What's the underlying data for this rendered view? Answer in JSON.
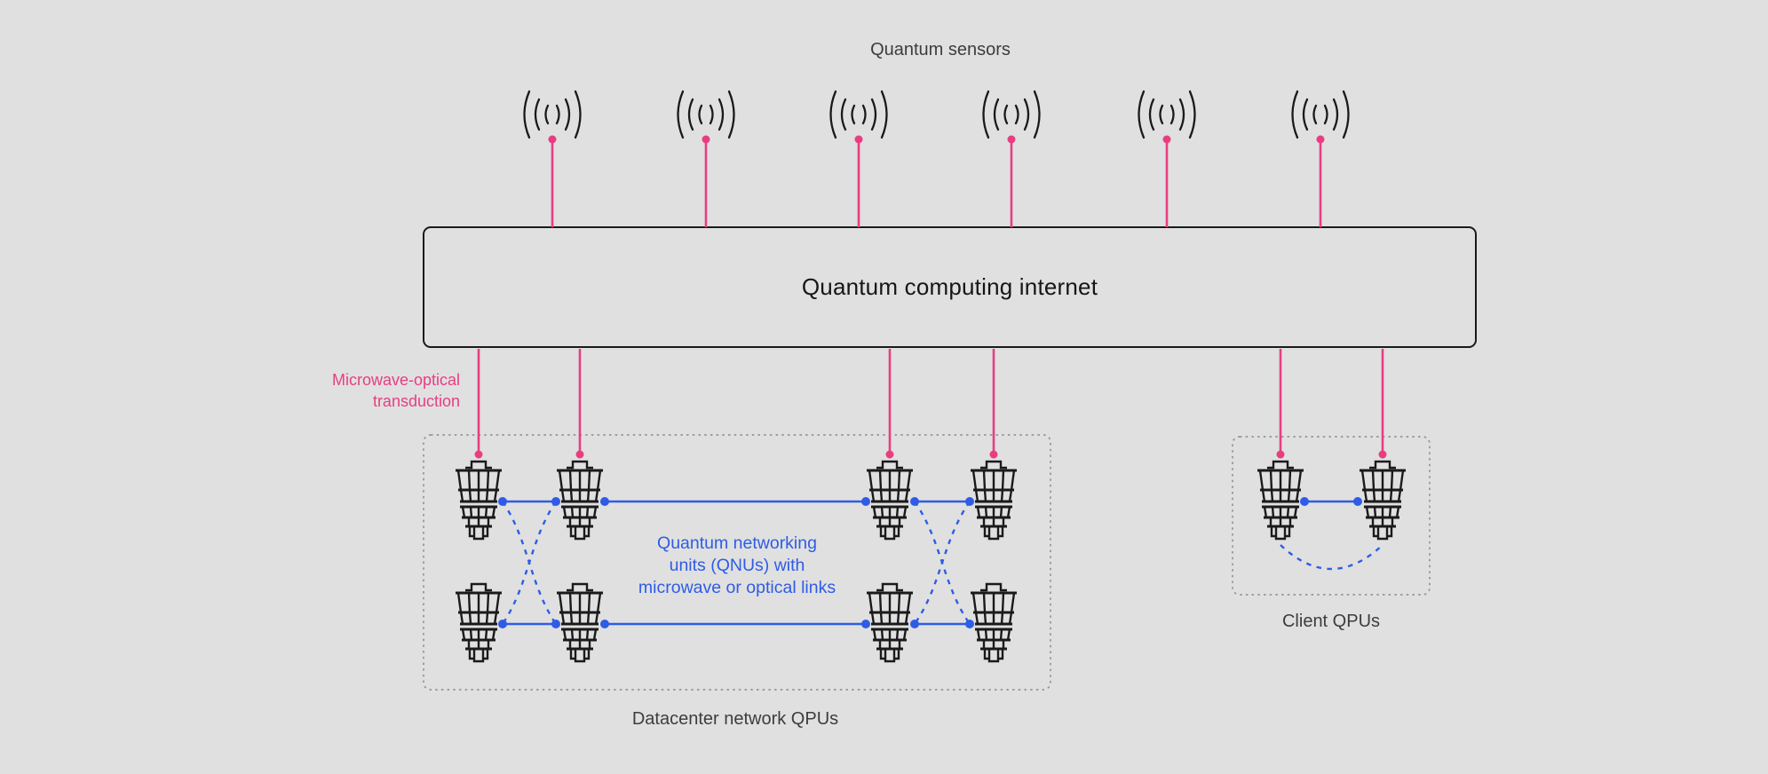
{
  "labels": {
    "quantum_sensors": "Quantum sensors",
    "quantum_computing_internet": "Quantum computing internet",
    "microwave_optical": "Microwave-optical\ntransduction",
    "qnu": "Quantum networking\nunits (QNUs) with\nmicrowave or optical links",
    "datacenter": "Datacenter network QPUs",
    "client": "Client QPUs"
  },
  "colors": {
    "background": "#e0e0e0",
    "ink": "#1a1a1a",
    "title": "#161616",
    "pink": "#e83e80",
    "blue": "#2e5ce6",
    "gray_label": "#3d3d3d",
    "dash_border": "#949494"
  },
  "icons": {
    "sensor": "radio-wave-sensor-icon",
    "qpu": "cryostat-qpu-icon"
  },
  "structure": {
    "sensor_count": 6,
    "datacenter_qpu_count": 8,
    "client_qpu_count": 2
  }
}
